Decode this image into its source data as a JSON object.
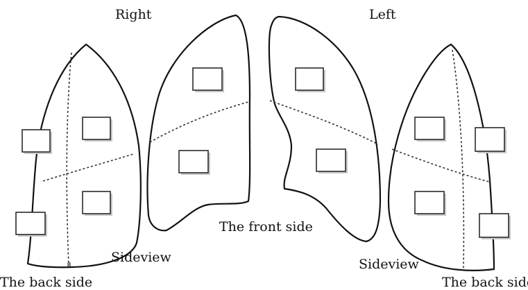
{
  "labels": {
    "right": "Right",
    "left": "Left",
    "front_side": "The front side",
    "sideview_right": "Sideview",
    "sideview_left": "Sideview",
    "back_side_right": "The back side",
    "back_side_left": "The back side"
  }
}
